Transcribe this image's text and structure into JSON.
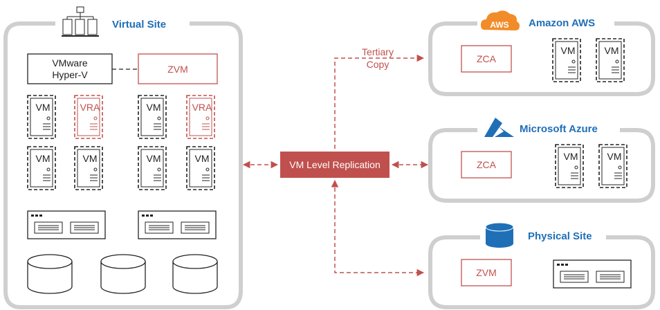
{
  "colors": {
    "frame": "#cfcfcf",
    "accent_red": "#c0504d",
    "title_blue": "#1f6fb7",
    "replication_fill": "#c0504d"
  },
  "virtual_site": {
    "title": "Virtual Site",
    "icon": "servers-icon",
    "hypervisor_label_line1": "VMware",
    "hypervisor_label_line2": "Hyper-V",
    "zvm_label": "ZVM",
    "vm_label": "VM",
    "vra_label": "VRA"
  },
  "replication": {
    "label": "VM Level Replication",
    "tertiary_line1": "Tertiary",
    "tertiary_line2": "Copy"
  },
  "aws": {
    "title": "Amazon AWS",
    "logo_text": "AWS",
    "zca_label": "ZCA",
    "vm_label": "VM"
  },
  "azure": {
    "title": "Microsoft Azure",
    "icon": "azure-logo-icon",
    "zca_label": "ZCA",
    "vm_label": "VM"
  },
  "physical_site": {
    "title": "Physical Site",
    "icon": "database-icon",
    "zvm_label": "ZVM"
  }
}
